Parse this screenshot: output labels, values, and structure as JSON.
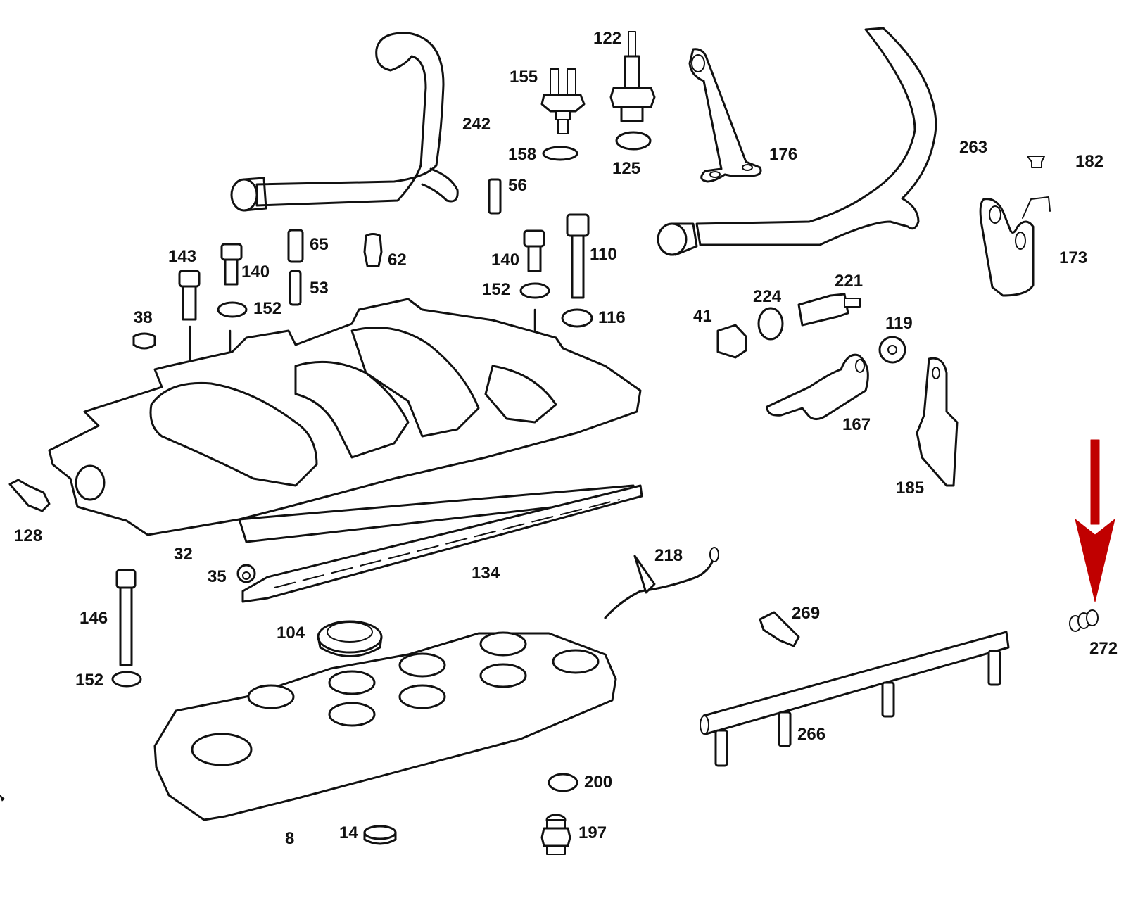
{
  "diagram": {
    "type": "exploded parts diagram",
    "subject": "Engine intake manifold assembly",
    "highlight_color": "#c00000",
    "highlighted_part": "272",
    "highlight_marker": "down-arrow",
    "parts": {
      "p8": {
        "number": "8",
        "part": "intake-manifold-lower"
      },
      "p14": {
        "number": "14",
        "part": "plug"
      },
      "p32": {
        "number": "32",
        "part": "intake-manifold-upper"
      },
      "p35": {
        "number": "35",
        "part": "cap"
      },
      "p38": {
        "number": "38",
        "part": "cap"
      },
      "p41": {
        "number": "41",
        "part": "screw-plug"
      },
      "p53": {
        "number": "53",
        "part": "dowel-pin"
      },
      "p56": {
        "number": "56",
        "part": "dowel-pin"
      },
      "p62": {
        "number": "62",
        "part": "sleeve"
      },
      "p65": {
        "number": "65",
        "part": "dowel-pin"
      },
      "p104": {
        "number": "104",
        "part": "seal-ring"
      },
      "p110": {
        "number": "110",
        "part": "bolt"
      },
      "p116": {
        "number": "116",
        "part": "washer"
      },
      "p119": {
        "number": "119",
        "part": "rubber-mount"
      },
      "p122": {
        "number": "122",
        "part": "temperature-switch"
      },
      "p125": {
        "number": "125",
        "part": "seal-ring"
      },
      "p128": {
        "number": "128",
        "part": "connector"
      },
      "p134": {
        "number": "134",
        "part": "gasket"
      },
      "p140a": {
        "number": "140",
        "part": "bolt"
      },
      "p140b": {
        "number": "140",
        "part": "bolt"
      },
      "p143": {
        "number": "143",
        "part": "bolt"
      },
      "p146": {
        "number": "146",
        "part": "bolt"
      },
      "p152a": {
        "number": "152",
        "part": "washer"
      },
      "p152b": {
        "number": "152",
        "part": "washer"
      },
      "p152c": {
        "number": "152",
        "part": "washer"
      },
      "p155": {
        "number": "155",
        "part": "temperature-sensor"
      },
      "p158": {
        "number": "158",
        "part": "seal-ring"
      },
      "p167": {
        "number": "167",
        "part": "bracket"
      },
      "p173": {
        "number": "173",
        "part": "bracket"
      },
      "p176": {
        "number": "176",
        "part": "bracket"
      },
      "p182": {
        "number": "182",
        "part": "clip"
      },
      "p185": {
        "number": "185",
        "part": "bracket"
      },
      "p197": {
        "number": "197",
        "part": "screw-plug"
      },
      "p200": {
        "number": "200",
        "part": "seal-ring"
      },
      "p218": {
        "number": "218",
        "part": "pipe"
      },
      "p221": {
        "number": "221",
        "part": "fitting"
      },
      "p224": {
        "number": "224",
        "part": "seal-ring"
      },
      "p242": {
        "number": "242",
        "part": "hose"
      },
      "p263": {
        "number": "263",
        "part": "hose"
      },
      "p266": {
        "number": "266",
        "part": "fuel-rail"
      },
      "p269": {
        "number": "269",
        "part": "fitting"
      },
      "p272": {
        "number": "272",
        "part": "cap"
      }
    }
  }
}
